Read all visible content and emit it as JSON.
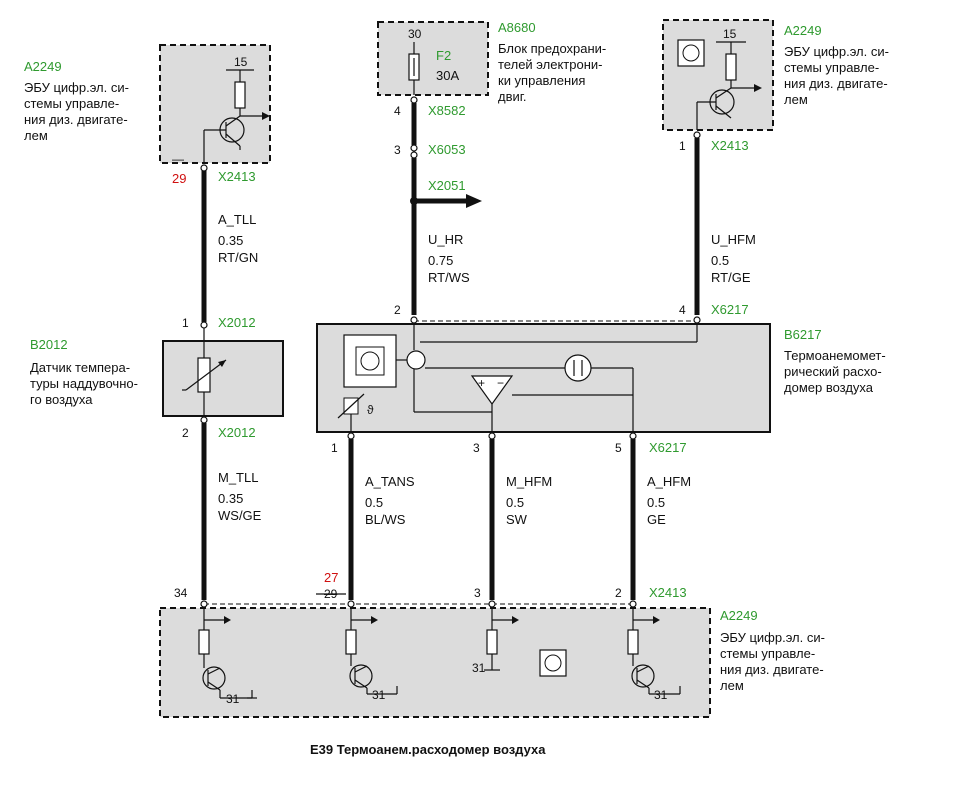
{
  "title": "E39 Термоанем.расходомер воздуха",
  "components": {
    "ecu_top_left": {
      "id": "A2249",
      "desc": [
        "ЭБУ цифр.эл. си-",
        "стемы управле-",
        "ния диз. двигате-",
        "лем"
      ],
      "pin_supply": "15"
    },
    "fuse_block": {
      "id": "A8680",
      "desc": [
        "Блок предохрани-",
        "телей электрони-",
        "ки управления",
        "двиг."
      ],
      "fuse": "F2",
      "rating": "30A",
      "terminal": "30"
    },
    "ecu_top_right": {
      "id": "A2249",
      "desc": [
        "ЭБУ цифр.эл. си-",
        "стемы управле-",
        "ния диз. двигате-",
        "лем"
      ],
      "pin_supply": "15"
    },
    "sensor_b2012": {
      "id": "B2012",
      "desc": [
        "Датчик темпера-",
        "туры наддувочно-",
        "го воздуха"
      ]
    },
    "mass_airflow": {
      "id": "B6217",
      "desc": [
        "Термоанемомет-",
        "рический расхо-",
        "домер воздуха"
      ]
    },
    "ecu_bottom": {
      "id": "A2249",
      "desc": [
        "ЭБУ цифр.эл. си-",
        "стемы управле-",
        "ния диз. двигате-",
        "лем"
      ],
      "ground": "31"
    }
  },
  "connectors": {
    "x2413_tl": {
      "name": "X2413",
      "pin": "29",
      "pin_old": "—"
    },
    "x8582": {
      "name": "X8582",
      "pin": "4"
    },
    "x6053": {
      "name": "X6053",
      "pin": "3"
    },
    "x2051": {
      "name": "X2051"
    },
    "x2413_tr": {
      "name": "X2413",
      "pin": "1"
    },
    "x2012_top": {
      "name": "X2012",
      "pin": "1"
    },
    "x2012_bot": {
      "name": "X2012",
      "pin": "2"
    },
    "x6217_top": {
      "name": "X6217",
      "pin_left": "2",
      "pin_right": "4"
    },
    "x6217_bot": {
      "name": "X6217",
      "pin_1": "1",
      "pin_3": "3",
      "pin_5": "5"
    },
    "x2413_bot": {
      "name": "X2413",
      "pin_34": "34",
      "pin_27": "27",
      "pin_29": "29",
      "pin_3": "3",
      "pin_2": "2"
    }
  },
  "wires": {
    "a_tll": {
      "signal": "A_TLL",
      "gauge": "0.35",
      "color": "RT/GN"
    },
    "u_hr": {
      "signal": "U_HR",
      "gauge": "0.75",
      "color": "RT/WS"
    },
    "u_hfm": {
      "signal": "U_HFM",
      "gauge": "0.5",
      "color": "RT/GE"
    },
    "m_tll": {
      "signal": "M_TLL",
      "gauge": "0.35",
      "color": "WS/GE"
    },
    "a_tans": {
      "signal": "A_TANS",
      "gauge": "0.5",
      "color": "BL/WS"
    },
    "m_hfm": {
      "signal": "M_HFM",
      "gauge": "0.5",
      "color": "SW"
    },
    "a_hfm": {
      "signal": "A_HFM",
      "gauge": "0.5",
      "color": "GE"
    }
  },
  "colors": {
    "id_green": "#2f9a2f",
    "pin_red": "#d01010",
    "box_fill": "#dcdcdc"
  }
}
